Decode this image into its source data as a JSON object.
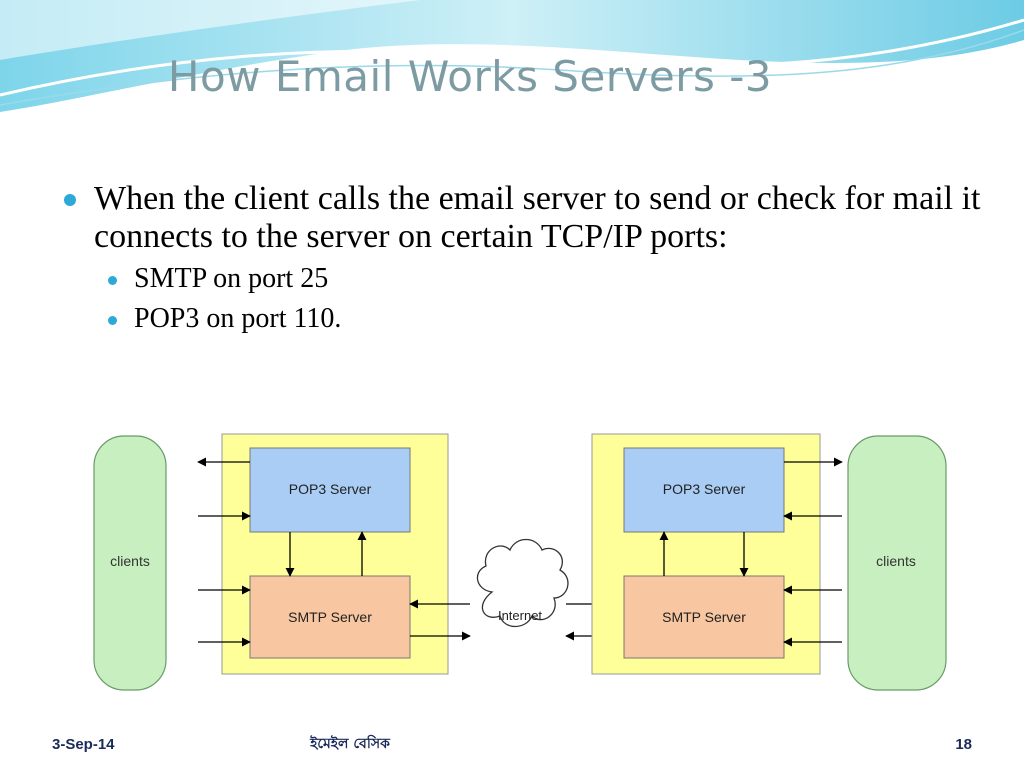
{
  "slide": {
    "title": "How Email Works Servers -3",
    "bullet": "When the client calls the email server to send or check for mail it connects to the server on certain TCP/IP ports:",
    "sub_bullets": [
      "SMTP on port 25",
      "POP3 on port 110."
    ]
  },
  "diagram": {
    "left_clients": "clients",
    "right_clients": "clients",
    "left_pop3": "POP3 Server",
    "left_smtp": "SMTP Server",
    "right_pop3": "POP3 Server",
    "right_smtp": "SMTP Server",
    "internet": "Internet"
  },
  "footer": {
    "date": "3-Sep-14",
    "center": "ইমেইল বেসিক",
    "page": "18"
  },
  "colors": {
    "accent": "#2ca9d6",
    "title": "#7d9ba2",
    "server_box": "#ffff99",
    "pop3": "#a9cdf5",
    "smtp": "#f8c6a0",
    "clients": "#c7efc0"
  }
}
